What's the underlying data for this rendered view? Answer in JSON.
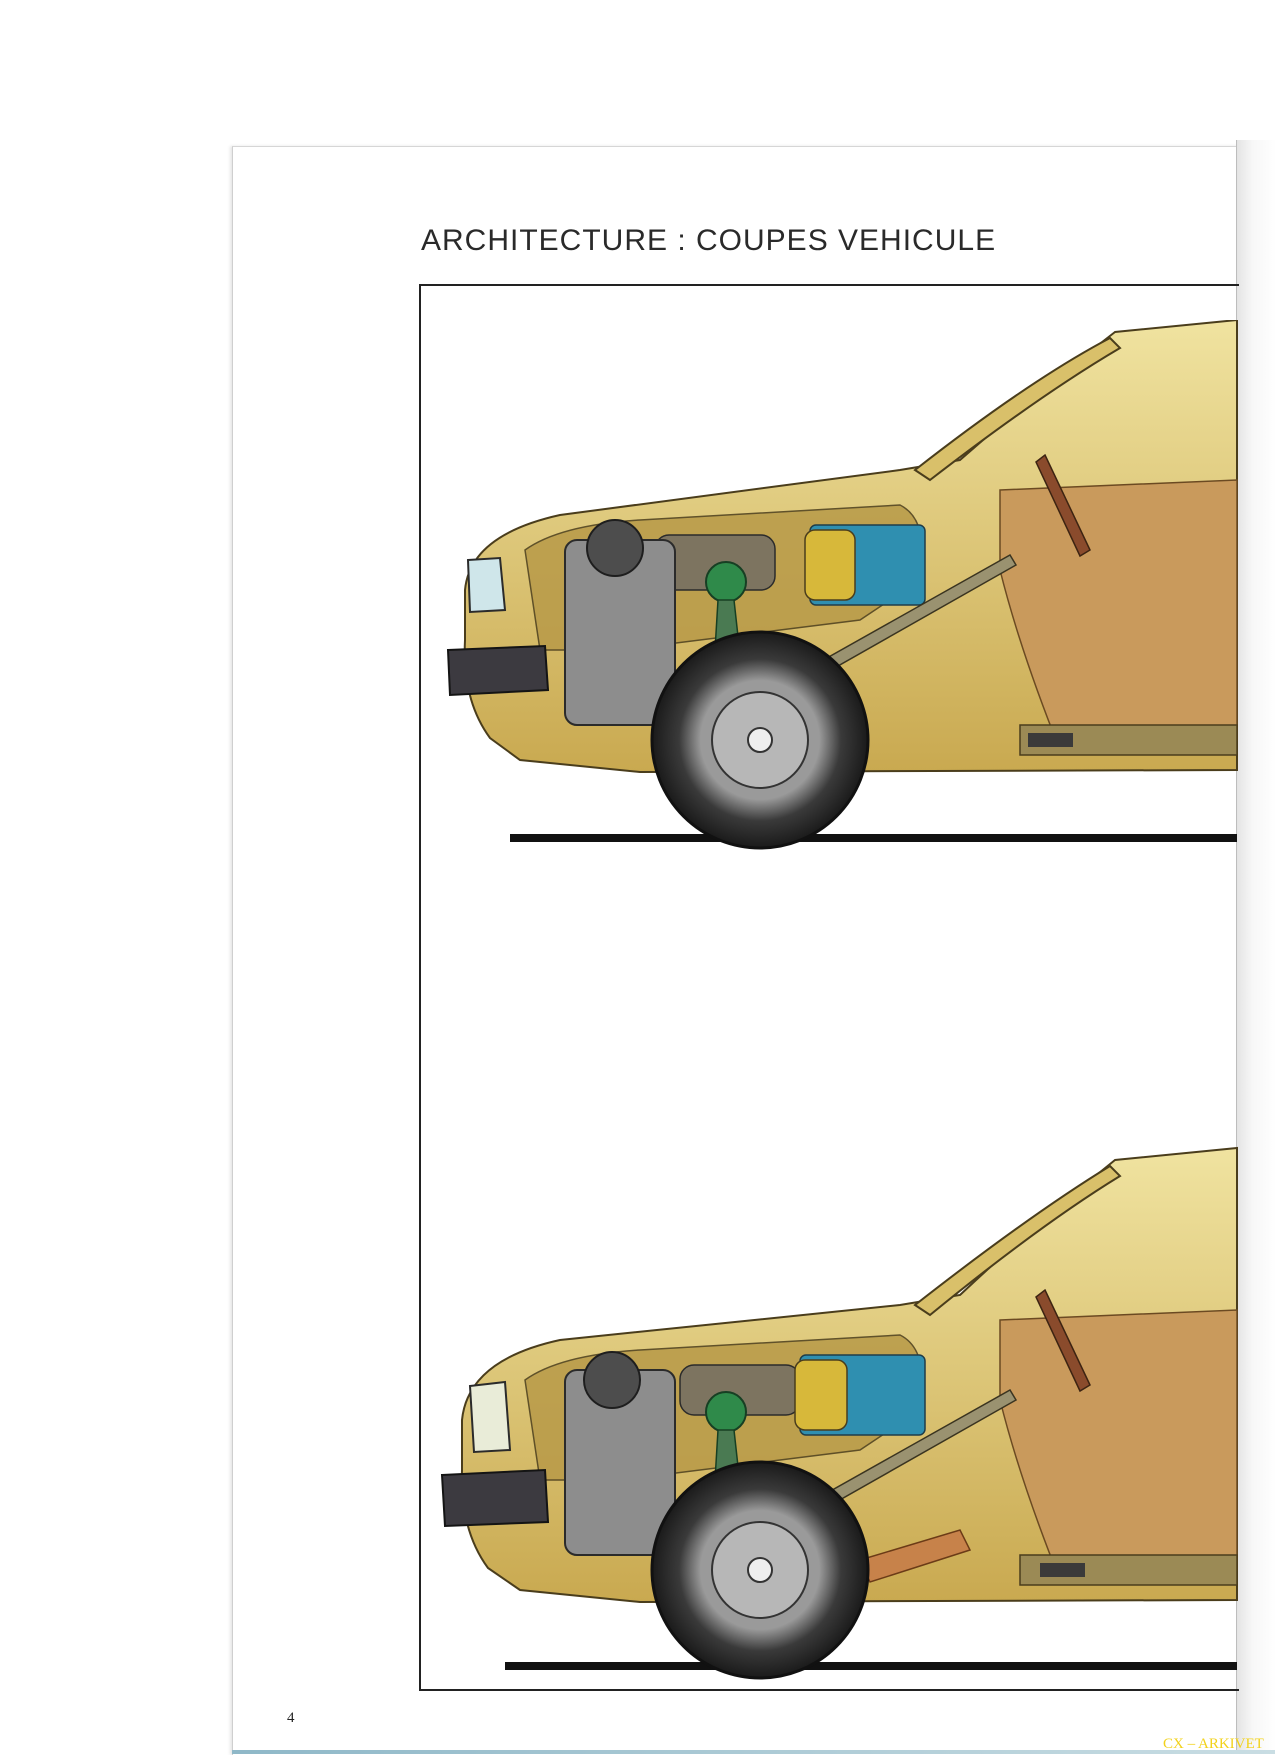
{
  "page": {
    "title": "ARCHITECTURE : COUPES VEHICULE",
    "page_number": "4"
  },
  "watermark": {
    "text": "CX – ARKIVET",
    "color": "#f2d21a"
  },
  "figures": [
    {
      "depicts": "car cutaway – front section, engine and front wheel"
    },
    {
      "depicts": "car cutaway – front section, engine and front wheel"
    }
  ],
  "colors": {
    "body_yellow": "#e3cf78",
    "ink": "#222222",
    "upholstery": "#c99a5c",
    "tyre": "#2c2c2c",
    "battery_blue": "#2f8fb0",
    "suspension_green": "#2f8a4a"
  }
}
